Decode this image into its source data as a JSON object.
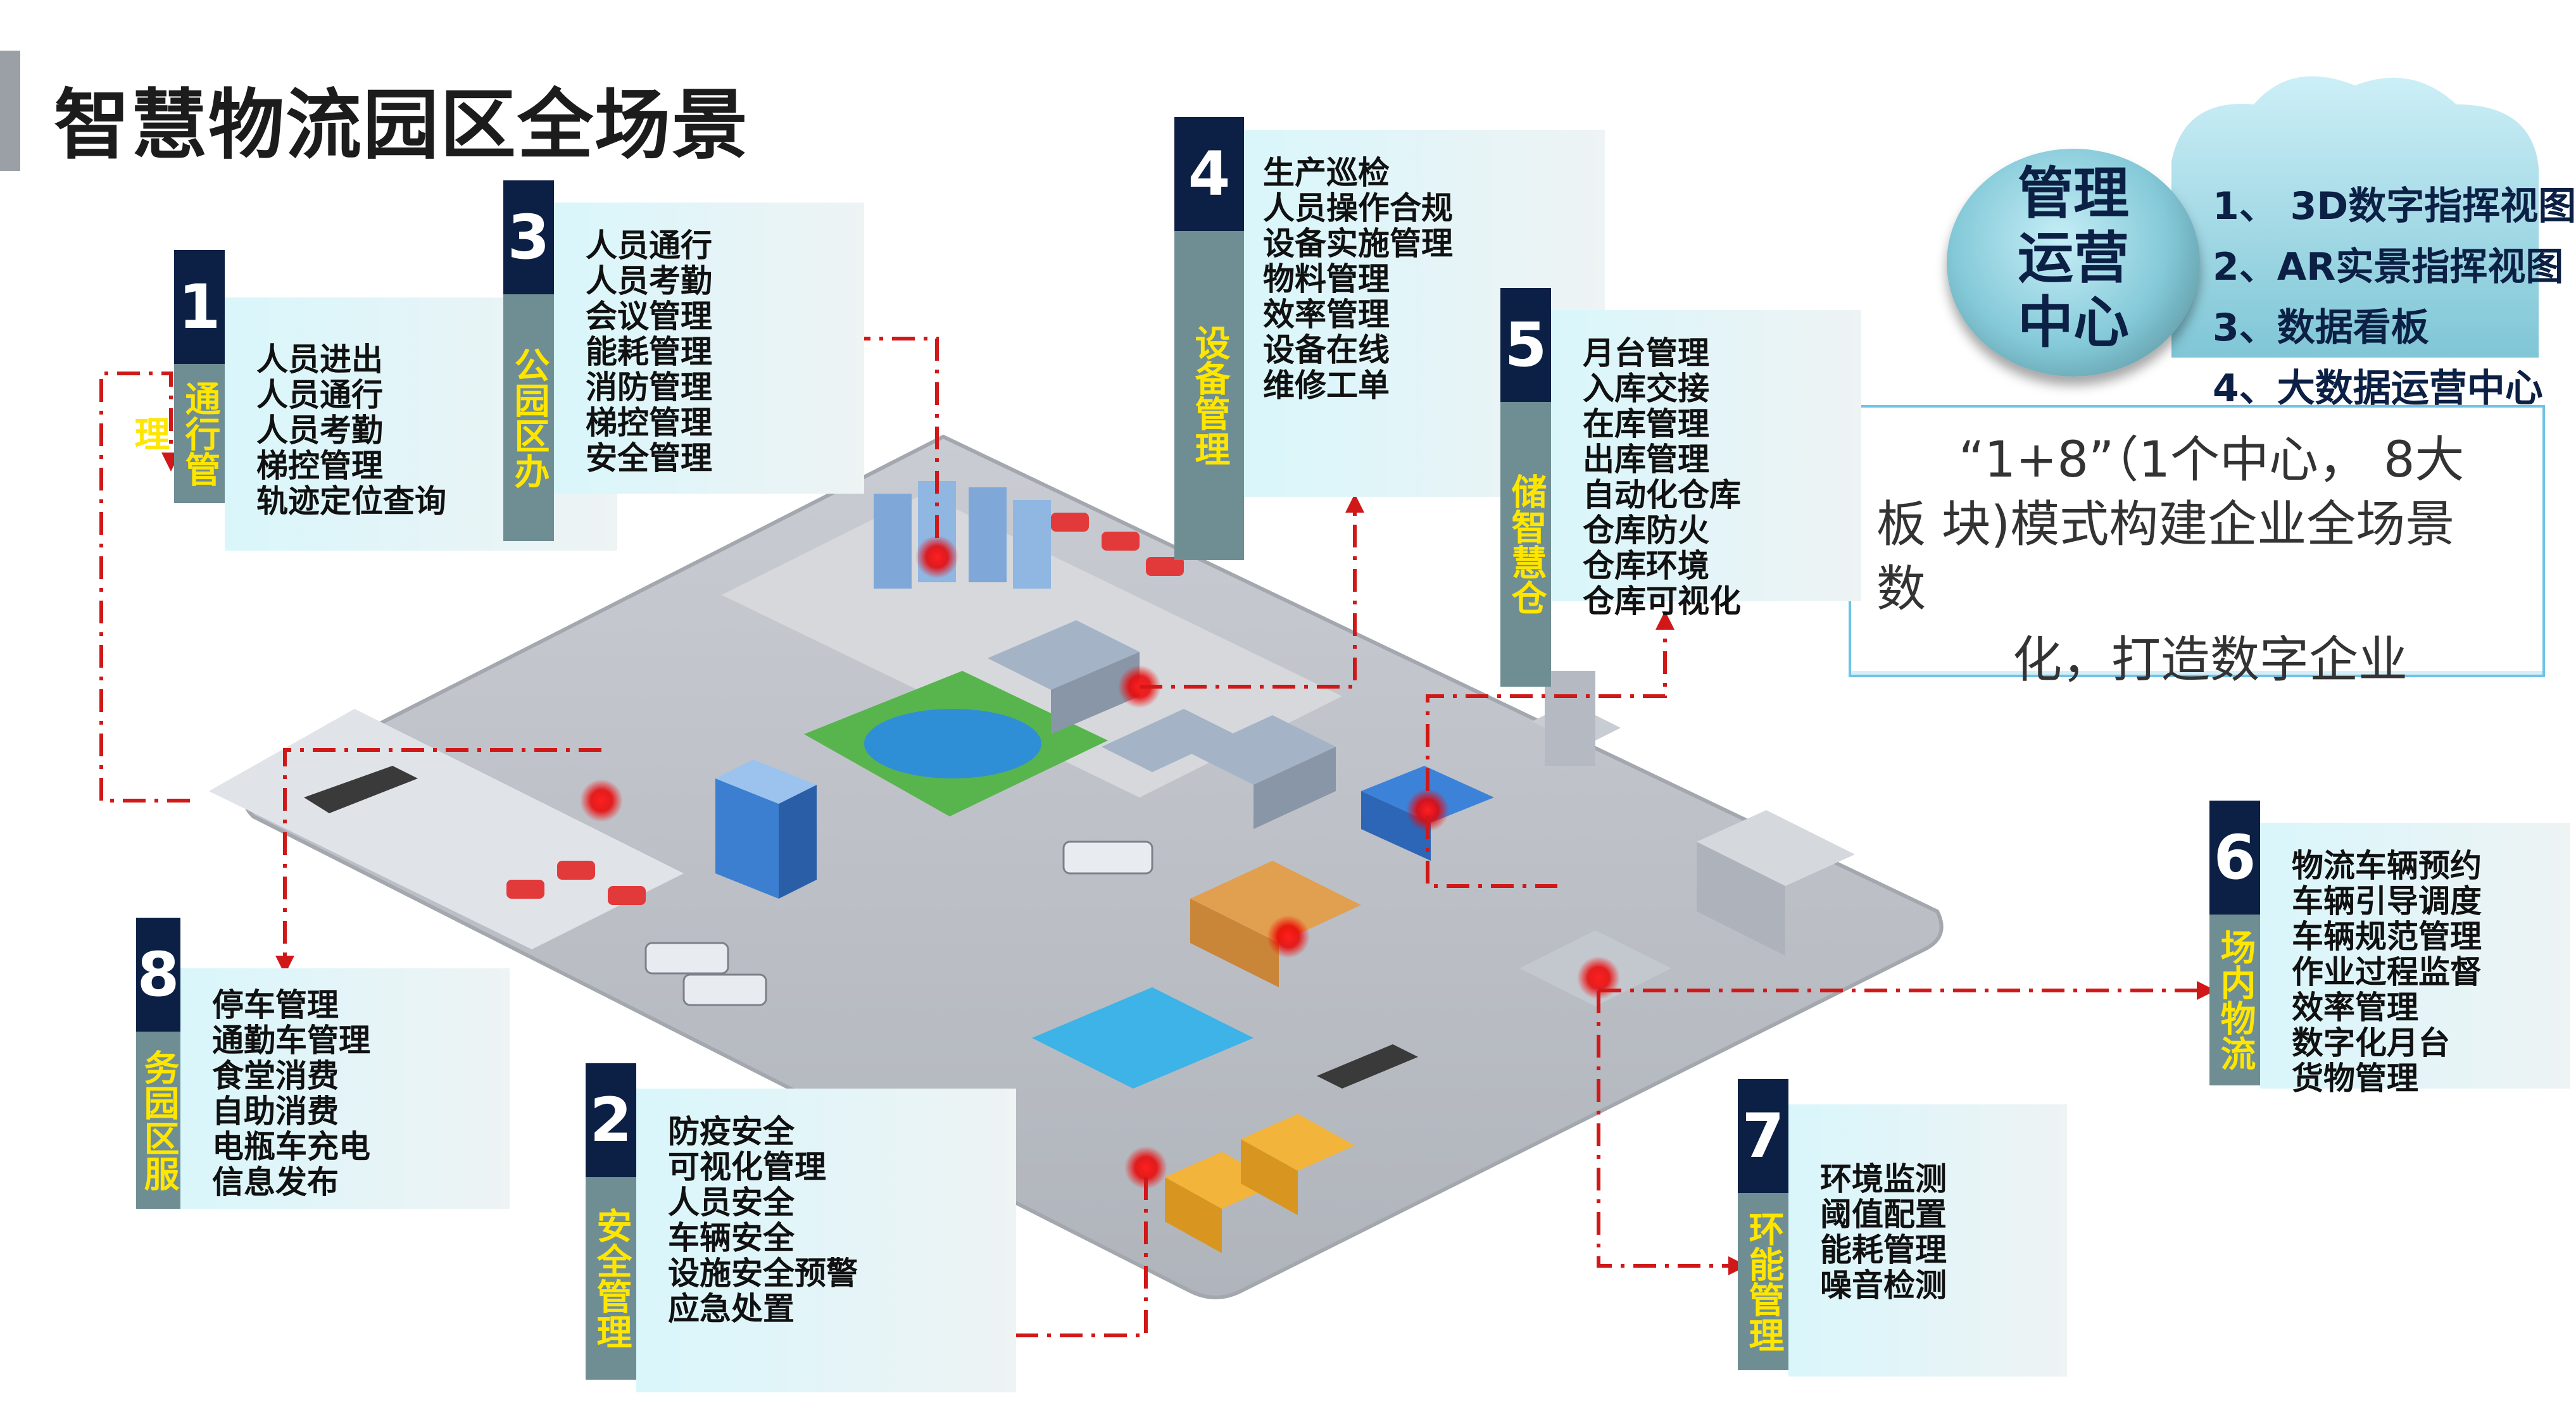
{
  "page": {
    "title": "智慧物流园区全场景"
  },
  "center": {
    "label_lines": [
      "管理",
      "运营",
      "中心"
    ],
    "items": [
      "1、 3D数字指挥视图",
      "2、AR实景指挥视图",
      "3、数据看板",
      "4、大数据运营中心"
    ]
  },
  "slogan": {
    "line1": "“1+8”（1个中心， 8大",
    "line2": "板 块)模式构建企业全场景",
    "line3": "数",
    "line4": "化，打造数字企业"
  },
  "modules": [
    {
      "num": "1",
      "title": "通行管理",
      "items": [
        "人员进出",
        "人员通行",
        "人员考勤",
        "梯控管理",
        "轨迹定位查询"
      ]
    },
    {
      "num": "2",
      "title": "安全管理",
      "items": [
        "防疫安全",
        "可视化管理",
        "人员安全",
        "车辆安全",
        "设施安全预警",
        "应急处置"
      ]
    },
    {
      "num": "3",
      "title": "公园区办",
      "items": [
        "人员通行",
        "人员考勤",
        "会议管理",
        "能耗管理",
        "消防管理",
        "梯控管理",
        "安全管理"
      ]
    },
    {
      "num": "4",
      "title": "设备管理",
      "items": [
        "生产巡检",
        "人员操作合规",
        "设备实施管理",
        "物料管理",
        "效率管理",
        "设备在线",
        "维修工单"
      ]
    },
    {
      "num": "5",
      "title": "储智慧仓",
      "items": [
        "月台管理",
        "入库交接",
        "在库管理",
        "出库管理",
        "自动化仓库",
        "仓库防火",
        "仓库环境",
        "仓库可视化"
      ]
    },
    {
      "num": "6",
      "title": "场内物流",
      "items": [
        "物流车辆预约",
        "车辆引导调度",
        "车辆规范管理",
        "作业过程监督",
        "效率管理",
        "数字化月台",
        "货物管理"
      ]
    },
    {
      "num": "7",
      "title": "环能管理",
      "items": [
        "环境监测",
        "阈值配置",
        "能耗管理",
        "噪音检测"
      ]
    },
    {
      "num": "8",
      "title": "务园区服",
      "items": [
        "停车管理",
        "通勤车管理",
        "食堂消费",
        "自助消费",
        "电瓶车充电",
        "信息发布"
      ]
    }
  ],
  "colors": {
    "card_num_bg": "#0c2045",
    "card_strip_bg": "#6f8e93",
    "card_strip_text": "#ffe600",
    "connector": "#d01818",
    "ground": "#bfc3c9"
  }
}
